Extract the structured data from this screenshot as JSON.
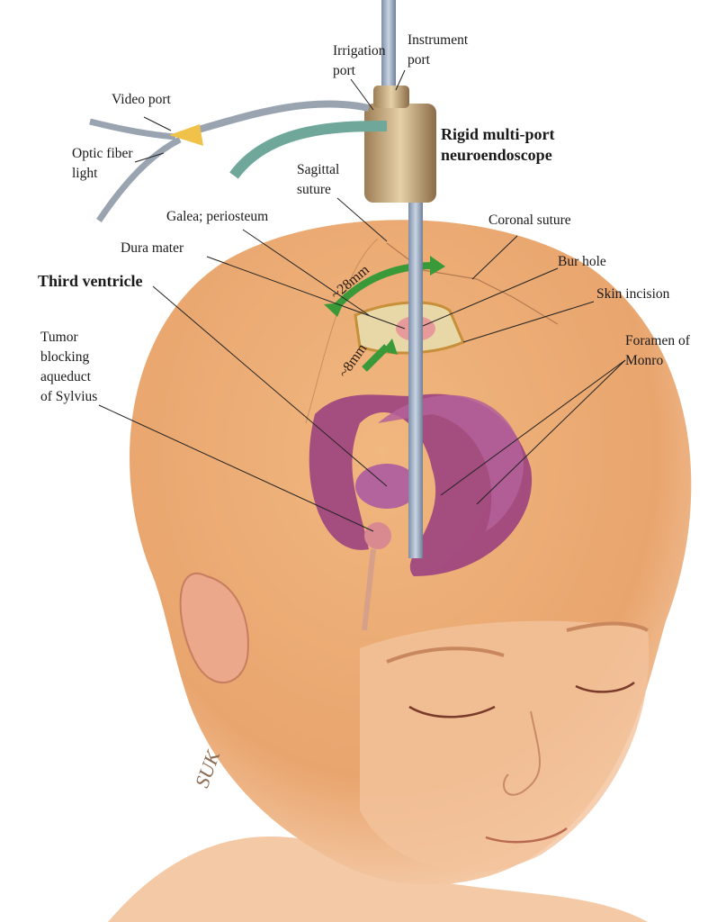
{
  "labels": {
    "instrument_port": [
      "Instrument",
      "port"
    ],
    "irrigation_port": [
      "Irrigation",
      "port"
    ],
    "video_port": "Video port",
    "optic_fiber_light": [
      "Optic fiber",
      "light"
    ],
    "endoscope": [
      "Rigid multi-port",
      "neuroendoscope"
    ],
    "sagittal_suture": [
      "Sagittal",
      "suture"
    ],
    "galea": "Galea; periosteum",
    "coronal_suture": "Coronal suture",
    "dura_mater": "Dura mater",
    "bur_hole": "Bur hole",
    "third_ventricle": "Third ventricle",
    "skin_incision": "Skin incision",
    "tumor": [
      "Tumor",
      "blocking",
      "aqueduct",
      "of Sylvius"
    ],
    "foramen": [
      "Foramen of",
      "Monro"
    ]
  },
  "measurements": {
    "arc": "~28mm",
    "short": "~8mm"
  },
  "signature": "SUK",
  "colors": {
    "skin": "#f2b07a",
    "ventricle": "#9a3f80",
    "arrow": "#3a9a3a",
    "scope": "#9fb0c8"
  }
}
